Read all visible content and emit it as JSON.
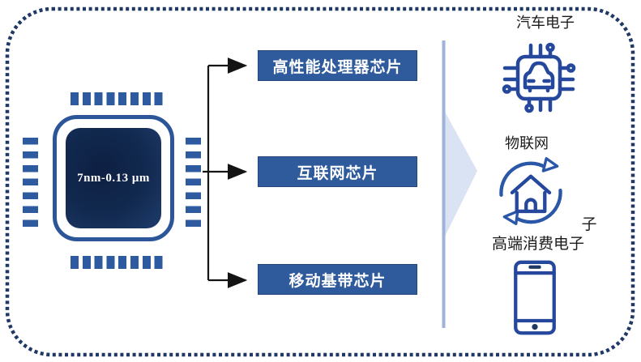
{
  "canvas": {
    "background": "#FFFFFF",
    "dotted_border_color": "#1F3864"
  },
  "chip": {
    "label": "7nm-0.13 μm",
    "ring_color": "#2C5699",
    "die_color": "#0E2144",
    "pin_color": "#2E5AA0",
    "text_color": "#FFFFFF"
  },
  "chip_types": {
    "box_color": "#2F5B9D",
    "text_color": "#FFFFFF",
    "connector_color": "#141414",
    "items": [
      {
        "label": "高性能处理器芯片"
      },
      {
        "label": "互联网芯片"
      },
      {
        "label": "移动基带芯片"
      }
    ]
  },
  "divider": {
    "line_color": "#9FB3DA",
    "arrow_fill": "#DAE3F4"
  },
  "applications": {
    "icon_color": "#26489C",
    "items": [
      {
        "label": "汽车电子",
        "icon": "car-chip-icon"
      },
      {
        "label": "物联网",
        "icon": "iot-cycle-house-icon"
      },
      {
        "label": "高端消费电子",
        "icon": "smartphone-icon"
      }
    ],
    "overflow_text": "子"
  }
}
